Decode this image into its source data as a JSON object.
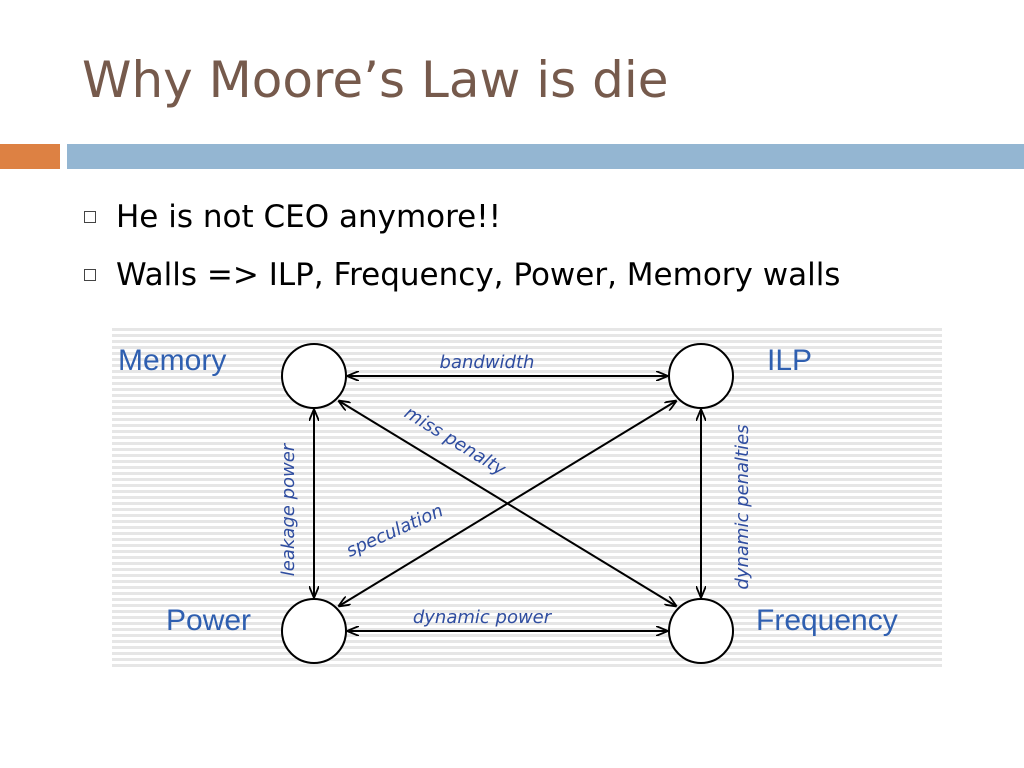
{
  "slide": {
    "title": "Why Moore’s Law is die",
    "bullets": [
      "He is not CEO anymore!!",
      "Walls => ILP, Frequency, Power, Memory walls"
    ]
  },
  "diagram": {
    "nodes": {
      "memory": "Memory",
      "ilp": "ILP",
      "power": "Power",
      "frequency": "Frequency"
    },
    "edges": {
      "bandwidth": "bandwidth",
      "miss_penalty": "miss penalty",
      "leakage_power": "leakage power",
      "speculation": "speculation",
      "dynamic_penalties": "dynamic penalties",
      "dynamic_power": "dynamic power"
    },
    "colors": {
      "node_label": "#2f5fb0",
      "edge_label": "#2f4da0",
      "arrow": "#000000",
      "stripe": "#e6e6e6"
    }
  }
}
